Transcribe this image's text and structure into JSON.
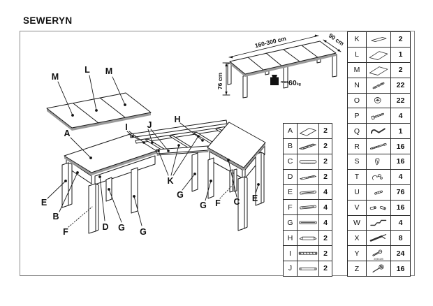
{
  "title": "SEWERYN",
  "diagram": {
    "dim_length": "160-300 cm",
    "dim_width": "90 cm",
    "dim_height": "76 cm",
    "max_load": {
      "prefix": "max.",
      "value": "60",
      "unit": "kg"
    },
    "callouts": [
      "M",
      "L",
      "M",
      "A",
      "E",
      "B",
      "F",
      "D",
      "G",
      "G",
      "I",
      "J",
      "K",
      "H",
      "G",
      "G",
      "F",
      "C",
      "E"
    ]
  },
  "parts_left": [
    {
      "letter": "A",
      "qty": "2",
      "icon": "panel"
    },
    {
      "letter": "B",
      "qty": "2",
      "icon": "rail-long"
    },
    {
      "letter": "C",
      "qty": "2",
      "icon": "rail-scallop"
    },
    {
      "letter": "D",
      "qty": "2",
      "icon": "rail-plain"
    },
    {
      "letter": "E",
      "qty": "4",
      "icon": "stretcher"
    },
    {
      "letter": "F",
      "qty": "4",
      "icon": "stretcher"
    },
    {
      "letter": "G",
      "qty": "4",
      "icon": "stretcher-flat"
    },
    {
      "letter": "H",
      "qty": "2",
      "icon": "slide"
    },
    {
      "letter": "I",
      "qty": "2",
      "icon": "runner-long"
    },
    {
      "letter": "J",
      "qty": "2",
      "icon": "runner"
    }
  ],
  "parts_right": [
    {
      "letter": "K",
      "qty": "2",
      "icon": "panel-thin"
    },
    {
      "letter": "L",
      "qty": "1",
      "icon": "panel-large"
    },
    {
      "letter": "M",
      "qty": "2",
      "icon": "panel-large"
    },
    {
      "letter": "N",
      "qty": "22",
      "icon": "dowel-screw"
    },
    {
      "letter": "O",
      "qty": "22",
      "icon": "cam-lock"
    },
    {
      "letter": "P",
      "qty": "4",
      "icon": "bolt"
    },
    {
      "letter": "Q",
      "qty": "1",
      "icon": "allen-key"
    },
    {
      "letter": "R",
      "qty": "16",
      "icon": "screw-long"
    },
    {
      "letter": "S",
      "qty": "16",
      "icon": "clip"
    },
    {
      "letter": "T",
      "qty": "4",
      "icon": "hook-bolt"
    },
    {
      "letter": "U",
      "qty": "76",
      "icon": "dowel"
    },
    {
      "letter": "V",
      "qty": "16",
      "icon": "barrel-x2"
    },
    {
      "letter": "W",
      "qty": "4",
      "icon": "z-bracket"
    },
    {
      "letter": "X",
      "qty": "8",
      "icon": "bracket-angle"
    },
    {
      "letter": "Y",
      "qty": "24",
      "icon": "screw-small",
      "note": "3,5x16"
    },
    {
      "letter": "Z",
      "qty": "16",
      "icon": "washer-screw"
    }
  ]
}
